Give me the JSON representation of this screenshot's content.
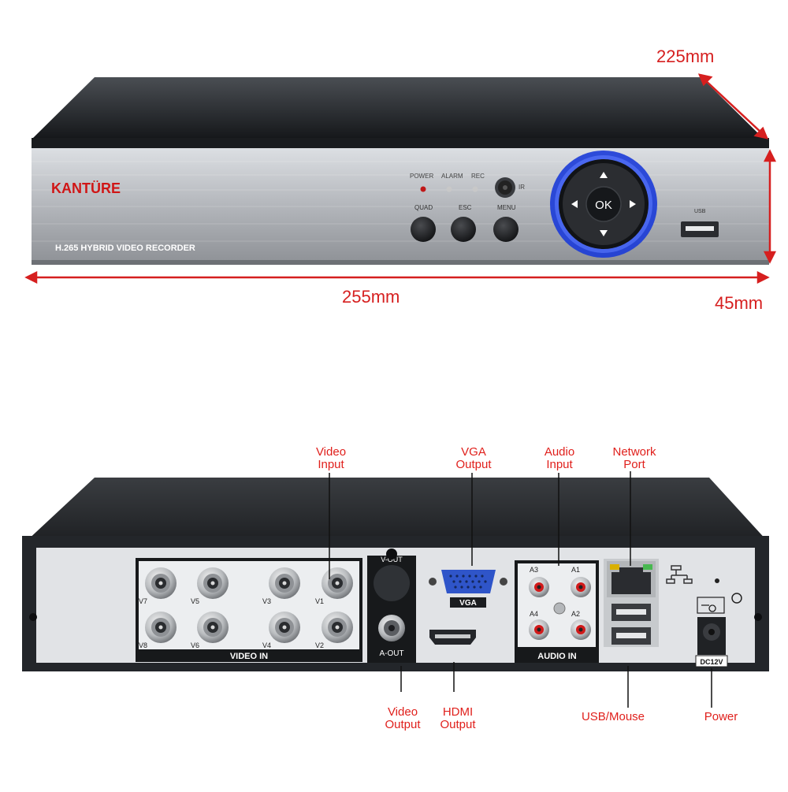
{
  "colors": {
    "accent": "#e0201c",
    "ring": "#2a49e6",
    "panel": "#b9bcc1",
    "body": "#2a2d31"
  },
  "dimensions": {
    "depth": "225mm",
    "width": "255mm",
    "height": "45mm"
  },
  "front": {
    "brand": "KANTÜRE",
    "model": "H.265 HYBRID VIDEO RECORDER",
    "leds": [
      "POWER",
      "ALARM",
      "REC"
    ],
    "ir": "IR",
    "buttons": [
      "QUAD",
      "ESC",
      "MENU"
    ],
    "ok": "OK",
    "usb": "USB",
    "icons": [
      "arrow-up-icon",
      "arrow-down-icon",
      "arrow-left-icon",
      "arrow-right-icon"
    ]
  },
  "rear": {
    "video_in": {
      "title": "VIDEO IN",
      "top": [
        "V7",
        "V5",
        "V3",
        "V1"
      ],
      "bottom": [
        "V8",
        "V6",
        "V4",
        "V2"
      ]
    },
    "v_out": "V-OUT",
    "a_out": "A-OUT",
    "vga": "VGA",
    "audio_in": {
      "title": "AUDIO IN",
      "top": [
        "A3",
        "A1"
      ],
      "bottom": [
        "A4",
        "A2"
      ]
    },
    "dc": "DC12V"
  },
  "callouts": {
    "video_input": [
      "Video",
      "Input"
    ],
    "vga_output": [
      "VGA",
      "Output"
    ],
    "audio_input": [
      "Audio",
      "Input"
    ],
    "network_port": [
      "Network",
      "Port"
    ],
    "video_output": [
      "Video",
      "Output"
    ],
    "hdmi_output": [
      "HDMI",
      "Output"
    ],
    "usb_mouse": "USB/Mouse",
    "power": "Power"
  }
}
